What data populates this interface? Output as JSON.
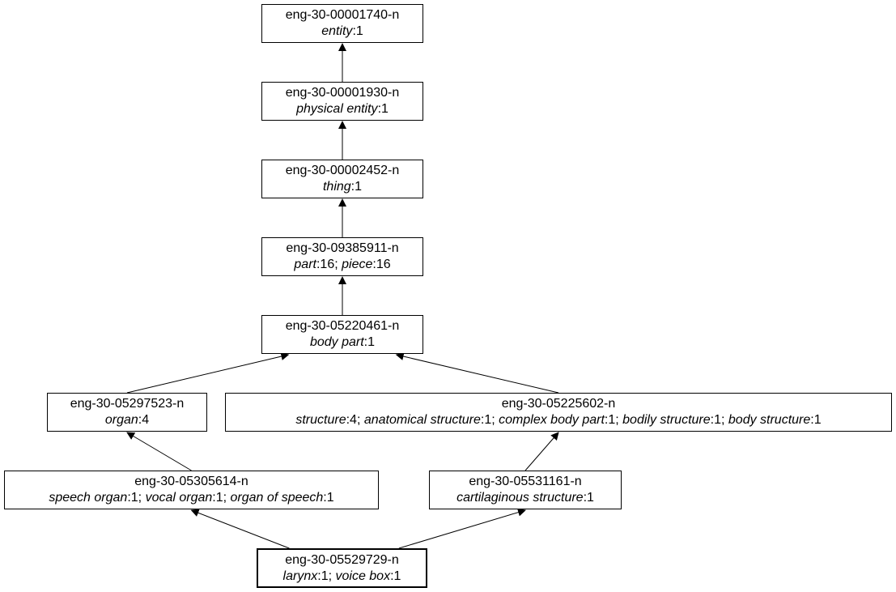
{
  "nodes": [
    {
      "key": "entity",
      "id": "eng-30-00001740-n",
      "lemmas": [
        {
          "word": "entity",
          "sense": "1"
        }
      ]
    },
    {
      "key": "physical-entity",
      "id": "eng-30-00001930-n",
      "lemmas": [
        {
          "word": "physical entity",
          "sense": "1"
        }
      ]
    },
    {
      "key": "thing",
      "id": "eng-30-00002452-n",
      "lemmas": [
        {
          "word": "thing",
          "sense": "1"
        }
      ]
    },
    {
      "key": "part",
      "id": "eng-30-09385911-n",
      "lemmas": [
        {
          "word": "part",
          "sense": "16"
        },
        {
          "word": "piece",
          "sense": "16"
        }
      ]
    },
    {
      "key": "body-part",
      "id": "eng-30-05220461-n",
      "lemmas": [
        {
          "word": "body part",
          "sense": "1"
        }
      ]
    },
    {
      "key": "organ",
      "id": "eng-30-05297523-n",
      "lemmas": [
        {
          "word": "organ",
          "sense": "4"
        }
      ]
    },
    {
      "key": "structure",
      "id": "eng-30-05225602-n",
      "lemmas": [
        {
          "word": "structure",
          "sense": "4"
        },
        {
          "word": "anatomical structure",
          "sense": "1"
        },
        {
          "word": "complex body part",
          "sense": "1"
        },
        {
          "word": "bodily structure",
          "sense": "1"
        },
        {
          "word": "body structure",
          "sense": "1"
        }
      ]
    },
    {
      "key": "speech-organ",
      "id": "eng-30-05305614-n",
      "lemmas": [
        {
          "word": "speech organ",
          "sense": "1"
        },
        {
          "word": "vocal organ",
          "sense": "1"
        },
        {
          "word": "organ of speech",
          "sense": "1"
        }
      ]
    },
    {
      "key": "cartilaginous-structure",
      "id": "eng-30-05531161-n",
      "lemmas": [
        {
          "word": "cartilaginous structure",
          "sense": "1"
        }
      ]
    },
    {
      "key": "larynx",
      "id": "eng-30-05529729-n",
      "lemmas": [
        {
          "word": "larynx",
          "sense": "1"
        },
        {
          "word": "voice box",
          "sense": "1"
        }
      ]
    }
  ],
  "edges": [
    {
      "from": "physical-entity",
      "to": "entity"
    },
    {
      "from": "thing",
      "to": "physical-entity"
    },
    {
      "from": "part",
      "to": "thing"
    },
    {
      "from": "body-part",
      "to": "part"
    },
    {
      "from": "organ",
      "to": "body-part"
    },
    {
      "from": "structure",
      "to": "body-part"
    },
    {
      "from": "speech-organ",
      "to": "organ"
    },
    {
      "from": "cartilaginous-structure",
      "to": "structure"
    },
    {
      "from": "larynx",
      "to": "speech-organ"
    },
    {
      "from": "larynx",
      "to": "cartilaginous-structure"
    }
  ],
  "focus_node": "larynx"
}
